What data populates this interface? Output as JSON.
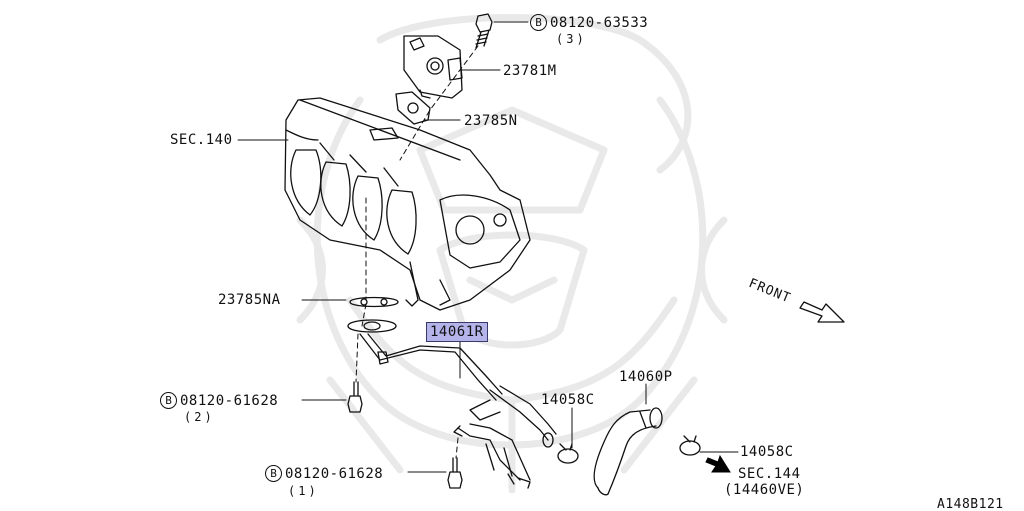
{
  "diagram": {
    "colors": {
      "line": "#111111",
      "watermark": "#e9e9e9",
      "highlight": "#b5b4ea",
      "arrow_fill": "#000000"
    },
    "callouts": [
      {
        "id": "bolt_top",
        "prefix": "B",
        "code": "08120-63533",
        "qty": "(3)"
      },
      {
        "id": "part_23781M",
        "code": "23781M"
      },
      {
        "id": "part_23785N",
        "code": "23785N"
      },
      {
        "id": "part_sec140",
        "code": "SEC.140"
      },
      {
        "id": "part_23785NA",
        "code": "23785NA"
      },
      {
        "id": "part_14061R",
        "code": "14061R",
        "highlighted": true
      },
      {
        "id": "bolt_mid",
        "prefix": "B",
        "code": "08120-61628",
        "qty": "(2)"
      },
      {
        "id": "bolt_bottom",
        "prefix": "B",
        "code": "08120-61628",
        "qty": "(1)"
      },
      {
        "id": "part_14058C_left",
        "code": "14058C"
      },
      {
        "id": "part_14060P",
        "code": "14060P"
      },
      {
        "id": "part_14058C_right",
        "code": "14058C"
      },
      {
        "id": "part_sec144",
        "code": "SEC.144",
        "sub": "(14460VE)"
      }
    ],
    "front_label": "FRONT",
    "figure_code": "A148B121"
  }
}
